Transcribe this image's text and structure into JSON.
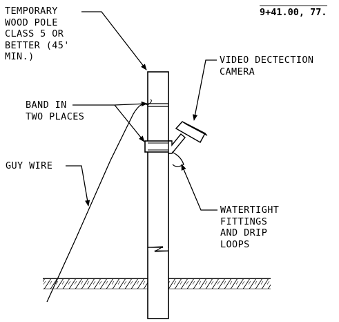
{
  "station_text": "9+41.00, 77.",
  "labels": {
    "pole": [
      "TEMPORARY",
      "WOOD POLE",
      "CLASS 5 OR",
      "BETTER (45'",
      "MIN.)"
    ],
    "camera": [
      "VIDEO DECTECTION",
      "CAMERA"
    ],
    "band": [
      "BAND IN",
      "TWO PLACES"
    ],
    "guy_wire": [
      "GUY WIRE"
    ],
    "fittings": [
      "WATERTIGHT",
      "FITTINGS",
      "AND DRIP",
      "LOOPS"
    ]
  },
  "colors": {
    "line": "#000000",
    "background": "#ffffff"
  }
}
